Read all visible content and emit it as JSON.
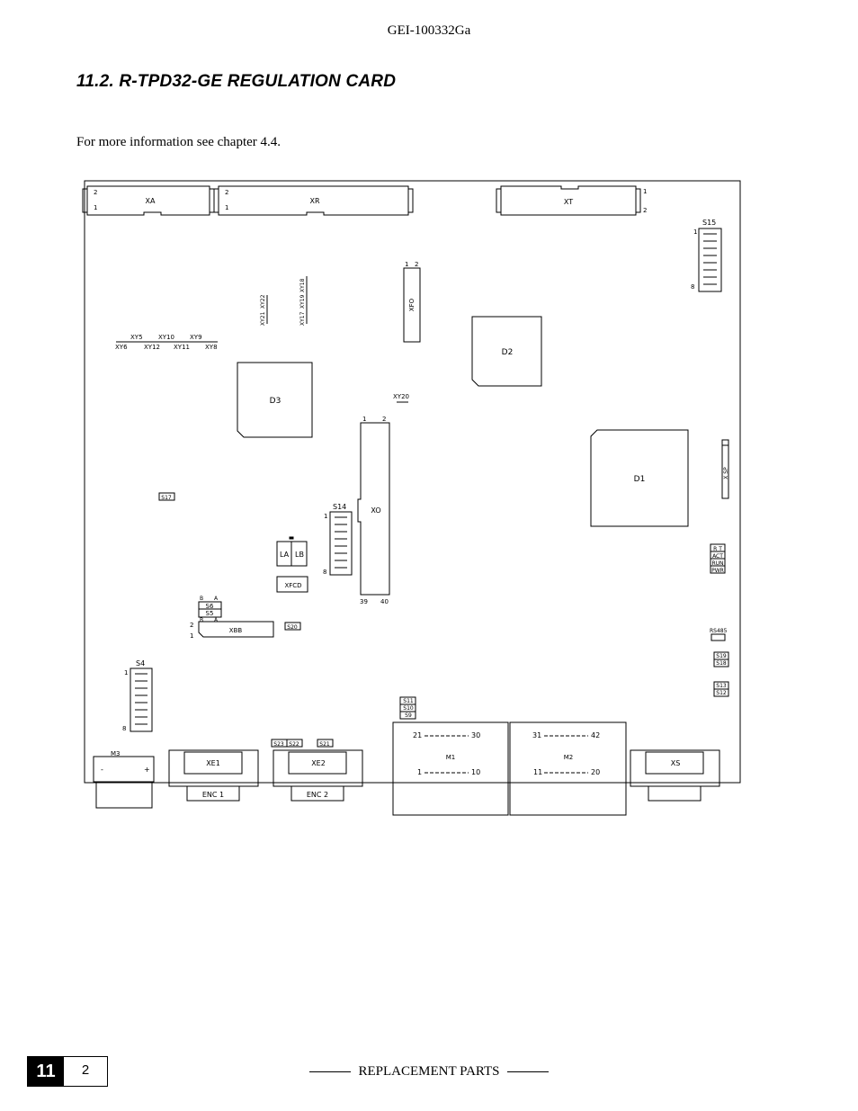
{
  "header": {
    "doc_id": "GEI-100332Ga"
  },
  "section": {
    "title": "11.2. R-TPD32-GE  REGULATION CARD"
  },
  "intro": "For more information see chapter 4.4.",
  "diagram": {
    "connectors": {
      "xa": "XA",
      "xr": "XR",
      "xt": "XT",
      "xfo": "XFO",
      "xo": "XO",
      "xsp": "X SP",
      "xbb": "XBB",
      "xfcd": "XFCD",
      "xe1": "XE1",
      "xe2": "XE2",
      "xs": "XS",
      "m3": "M3",
      "m1": "M1",
      "m2": "M2"
    },
    "chips": {
      "d1": "D1",
      "d2": "D2",
      "d3": "D3"
    },
    "switches": {
      "s4": "S4",
      "s14": "S14",
      "s15": "S15",
      "s17": "S17",
      "s20": "S20",
      "s5": "S5",
      "s6": "S6",
      "s9": "S9",
      "s10": "S10",
      "s11": "S11",
      "s12": "S12",
      "s13": "S13",
      "s18": "S18",
      "s19": "S19",
      "s21": "S21",
      "s22": "S22",
      "s23": "S23"
    },
    "jumpers": {
      "xy5": "XY5",
      "xy6": "XY6",
      "xy8": "XY8",
      "xy9": "XY9",
      "xy10": "XY10",
      "xy11": "XY11",
      "xy12": "XY12",
      "xy17": "XY17",
      "xy18": "XY18",
      "xy19": "XY19",
      "xy20": "XY20",
      "xy21": "XY21",
      "xy22": "XY22"
    },
    "leds": {
      "la": "LA",
      "lb": "LB",
      "rt": "R T",
      "act": "ACT",
      "run": "RUN",
      "pwr": "PWR"
    },
    "misc": {
      "rs485": "RS485",
      "enc1": "ENC 1",
      "enc2": "ENC 2",
      "minus": "-",
      "plus": "+",
      "a": "A",
      "b": "B"
    },
    "pins": {
      "p1": "1",
      "p2": "2",
      "p8": "8",
      "p10": "10",
      "p11": "11",
      "p20": "20",
      "p21": "21",
      "p30": "30",
      "p31": "31",
      "p39": "39",
      "p40": "40",
      "p42": "42"
    }
  },
  "footer": {
    "chapter": "11",
    "page": "2",
    "label": "REPLACEMENT PARTS"
  }
}
